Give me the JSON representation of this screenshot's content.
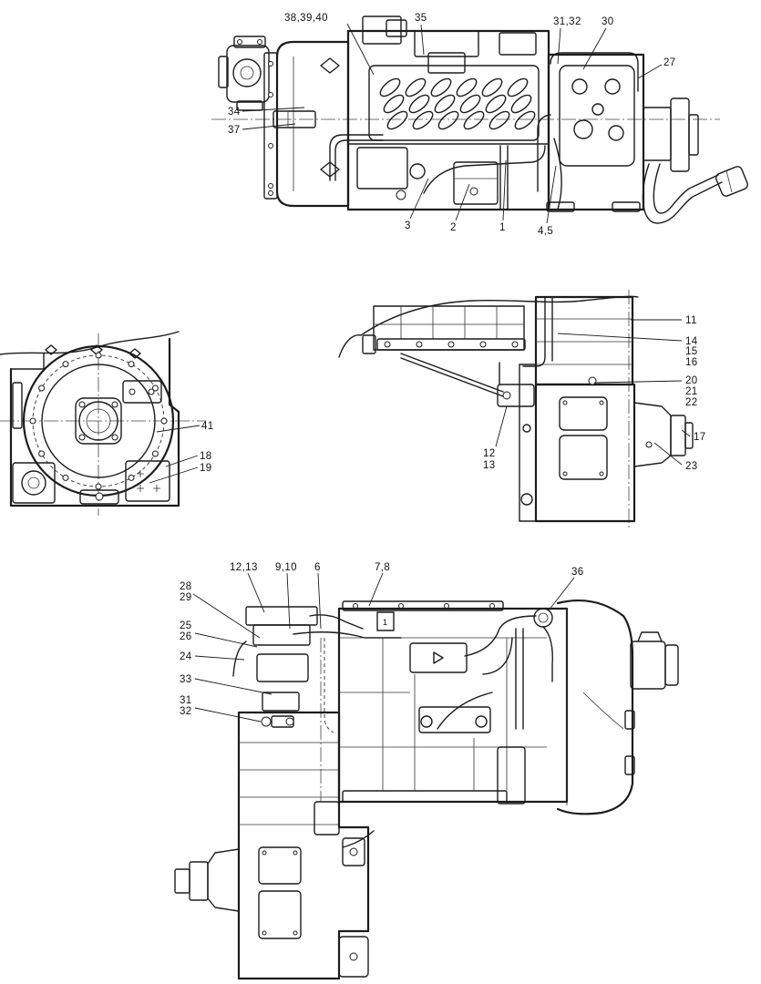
{
  "top_view": {
    "callouts": [
      "38,39,40",
      "35",
      "31,32",
      "30",
      "27",
      "34",
      "37",
      "3",
      "2",
      "1",
      "4,5"
    ]
  },
  "end_view": {
    "callouts": [
      "41",
      "18",
      "19"
    ]
  },
  "side_view": {
    "callouts": [
      "11",
      "14",
      "15",
      "16",
      "20",
      "21",
      "22",
      "17",
      "23",
      "12",
      "13"
    ]
  },
  "plan_view": {
    "callouts": [
      "12,13",
      "9,10",
      "6",
      "7,8",
      "36",
      "28",
      "29",
      "25",
      "26",
      "24",
      "33",
      "31",
      "32"
    ],
    "case_mark": "1"
  },
  "colors": {
    "line": "#1c1c1c",
    "background": "#ffffff"
  }
}
